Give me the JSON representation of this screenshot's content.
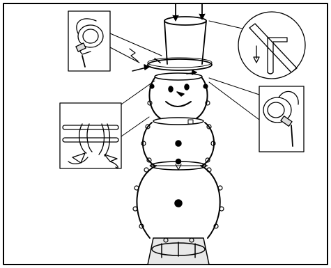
{
  "figure": {
    "subject": "snowman-assembly",
    "callouts": [
      {
        "name": "cable-tie-detail-top-left",
        "icon": "cable-tie-icon"
      },
      {
        "name": "hook-detail-top-right",
        "icon": "hook-icon"
      },
      {
        "name": "cable-tie-detail-right",
        "icon": "cable-tie-icon"
      },
      {
        "name": "hook-attach-detail-left",
        "icon": "hook-attach-icon"
      }
    ]
  }
}
